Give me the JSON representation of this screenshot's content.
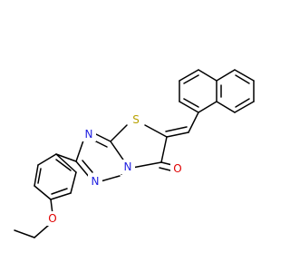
{
  "molecule": {
    "atoms": {
      "S1": {
        "symbol": "S",
        "color": "#b8a100"
      },
      "N1": {
        "symbol": "N",
        "color": "#1f1fe0"
      },
      "N2": {
        "symbol": "N",
        "color": "#1f1fe0"
      },
      "N3": {
        "symbol": "N",
        "color": "#1f1fe0"
      },
      "O1": {
        "symbol": "O",
        "color": "#e00000"
      },
      "O2": {
        "symbol": "O",
        "color": "#e00000"
      }
    },
    "bond_color": "#000000"
  }
}
